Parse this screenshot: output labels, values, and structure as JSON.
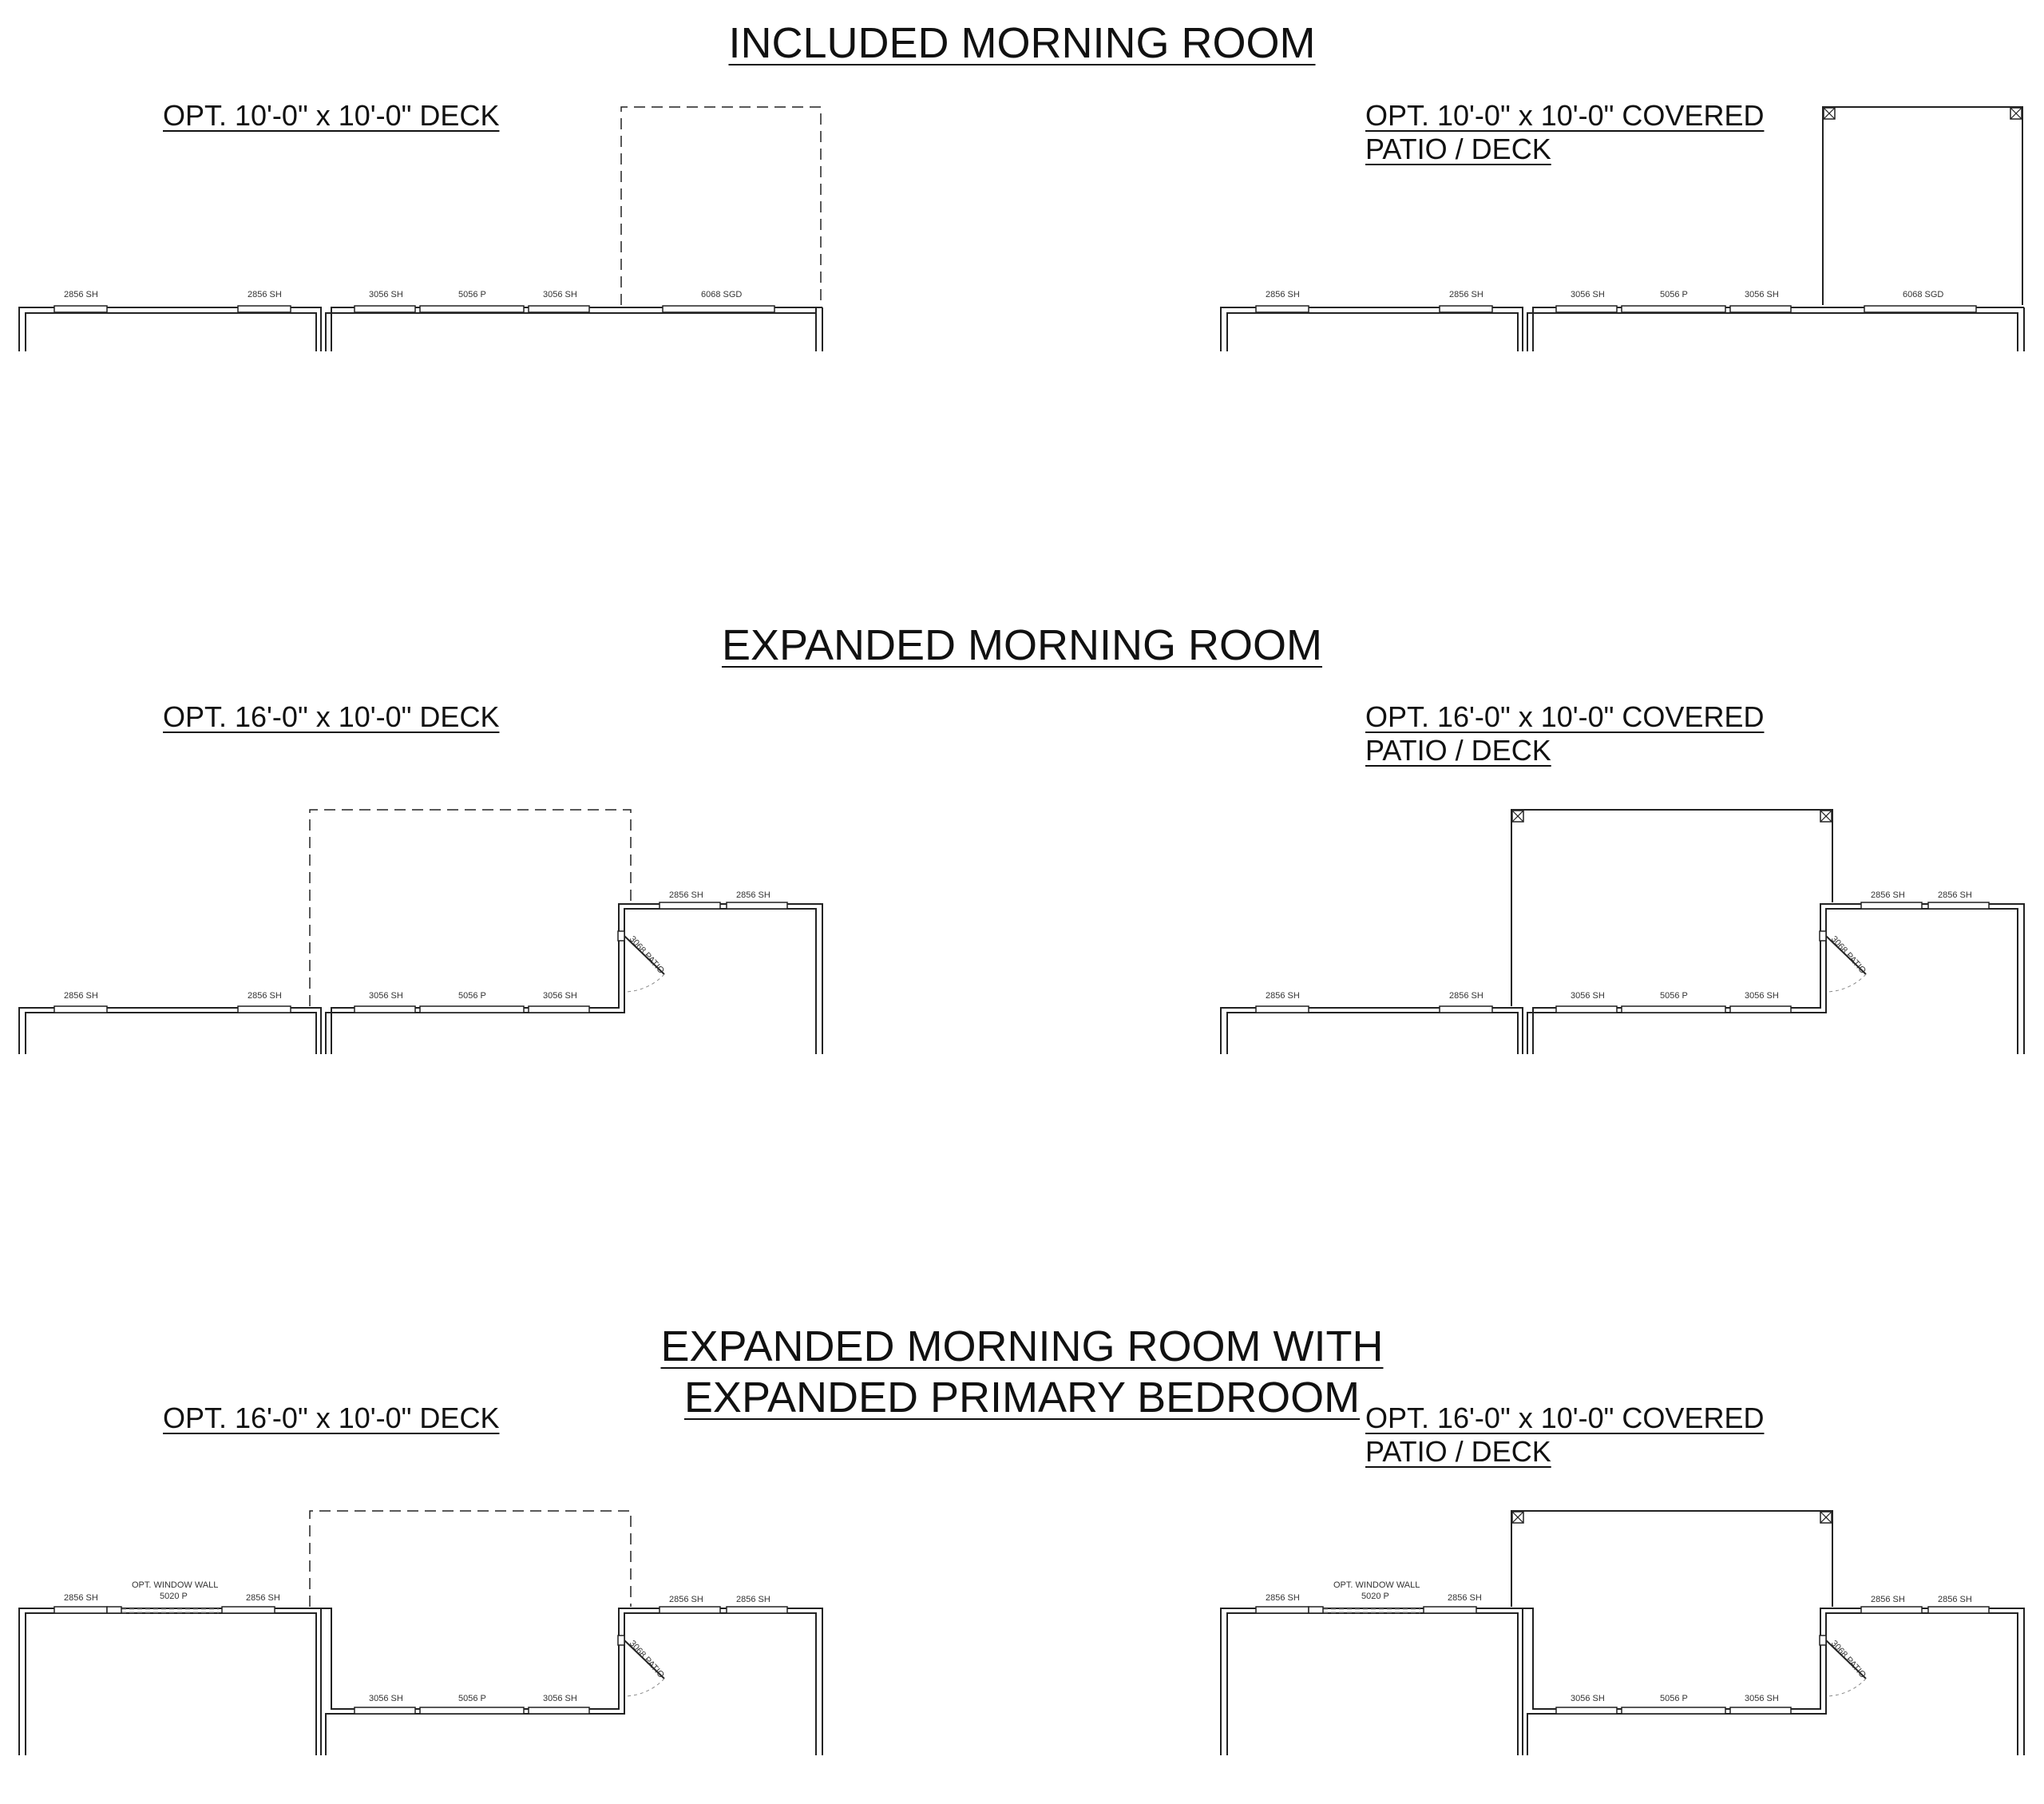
{
  "sections": [
    {
      "title": "INCLUDED MORNING ROOM",
      "left_label": "OPT. 10'-0\" x 10'-0\" DECK",
      "right_label_line1": "OPT. 10'-0\" x 10'-0\" COVERED",
      "right_label_line2": "PATIO / DECK",
      "window_labels": [
        "2856 SH",
        "2856 SH",
        "3056 SH",
        "5056 P",
        "3056 SH",
        "6068 SGD"
      ]
    },
    {
      "title": "EXPANDED MORNING ROOM",
      "left_label": "OPT. 16'-0\" x 10'-0\" DECK",
      "right_label_line1": "OPT. 16'-0\" x 10'-0\" COVERED",
      "right_label_line2": "PATIO / DECK",
      "window_labels": [
        "2856 SH",
        "2856 SH",
        "3056 SH",
        "5056 P",
        "3056 SH",
        "2856 SH",
        "2856 SH"
      ],
      "door_label": "3068 PATIO"
    },
    {
      "title_line1": "EXPANDED MORNING ROOM WITH",
      "title_line2": "EXPANDED PRIMARY BEDROOM",
      "left_label": "OPT. 16'-0\" x 10'-0\" DECK",
      "right_label_line1": "OPT. 16'-0\" x 10'-0\" COVERED",
      "right_label_line2": "PATIO / DECK",
      "window_labels": [
        "2856 SH",
        "2856 SH",
        "3056 SH",
        "5056 P",
        "3056 SH",
        "2856 SH",
        "2856 SH"
      ],
      "window_wall_label": "OPT. WINDOW WALL",
      "window_wall_size": "5020 P",
      "door_label": "3068 PATIO"
    }
  ]
}
